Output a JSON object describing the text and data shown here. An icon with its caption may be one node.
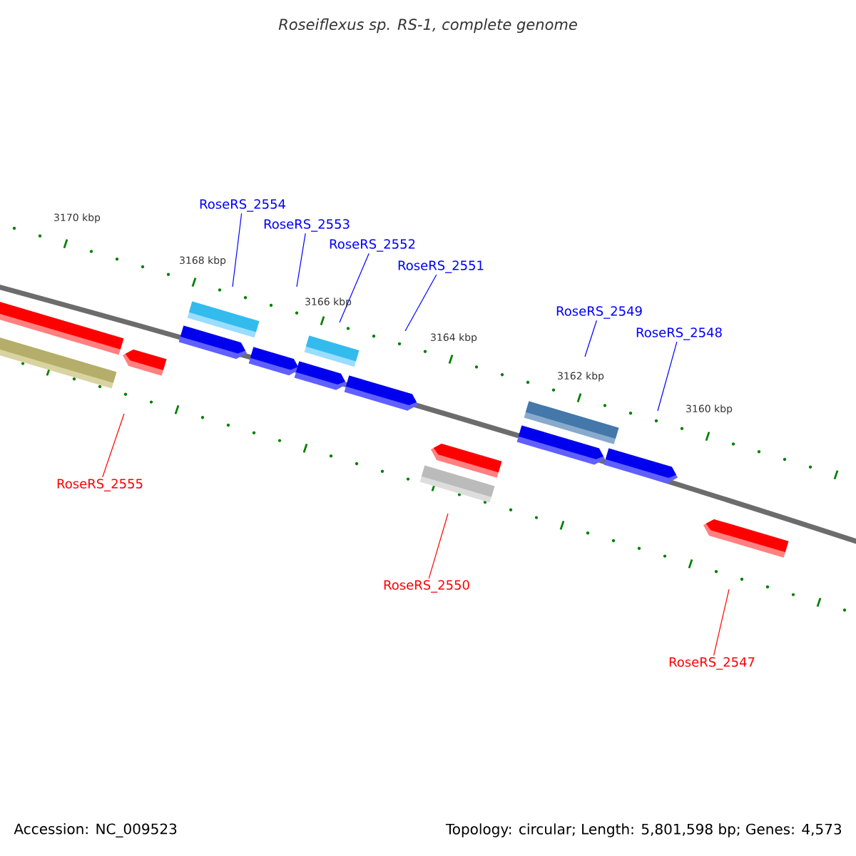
{
  "diagram": {
    "title": "Roseiflexus sp. RS-1, complete genome",
    "nodes": [
      {
        "text": [
          "RoseRS_2554"
        ]
      },
      {
        "text": [
          "RoseRS_2553"
        ]
      },
      {
        "text": [
          "RoseRS_2552"
        ]
      },
      {
        "text": [
          "RoseRS_2551"
        ]
      },
      {
        "text": [
          "RoseRS_2549"
        ]
      },
      {
        "text": [
          "RoseRS_2548"
        ]
      },
      {
        "text": [
          "RoseRS_2555"
        ]
      },
      {
        "text": [
          "RoseRS_2550"
        ]
      },
      {
        "text": [
          "RoseRS_2547"
        ]
      }
    ],
    "edges": [
      {
        "from": 0,
        "to": null,
        "arrow": "none"
      },
      {
        "from": 1,
        "to": null,
        "arrow": "none"
      },
      {
        "from": 2,
        "to": null,
        "arrow": "none"
      },
      {
        "from": 3,
        "to": null,
        "arrow": "none"
      },
      {
        "from": 4,
        "to": null,
        "arrow": "none"
      },
      {
        "from": 5,
        "to": null,
        "arrow": "none"
      },
      {
        "from": 6,
        "to": null,
        "arrow": "none",
        "color": "#ff0000"
      },
      {
        "from": 7,
        "to": null,
        "arrow": "none",
        "color": "#ff0000"
      },
      {
        "from": 8,
        "to": null,
        "arrow": "none",
        "color": "#ff0000"
      }
    ],
    "labels": [
      "3170 kbp",
      "3168 kbp",
      "3166 kbp",
      "3164 kbp",
      "3162 kbp",
      "3160 kbp",
      "Accession: NC_009523",
      "Topology: circular; Length: 5,801,598 bp; Genes: 4,573"
    ]
  }
}
